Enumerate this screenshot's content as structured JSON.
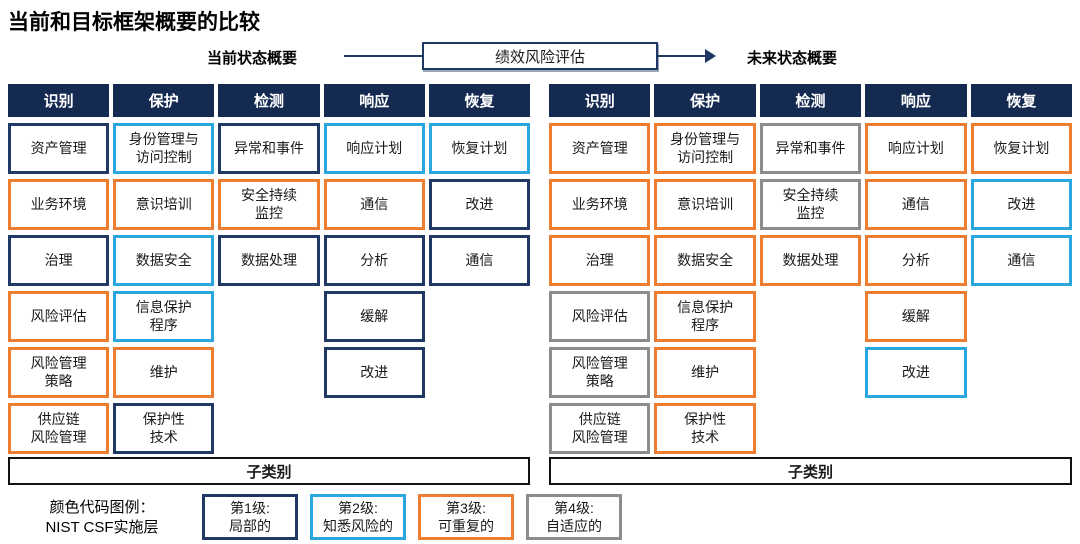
{
  "title": "当前和目标框架概要的比较",
  "flow": {
    "left_label": "当前状态概要",
    "center_box": "绩效风险评估",
    "right_label": "未来状态概要"
  },
  "colors": {
    "header_bg": "#152A50",
    "tiers": {
      "1": "#1F3864",
      "2": "#2BA7E0",
      "3": "#ED7D31",
      "4": "#8C8C8C"
    }
  },
  "panels": [
    {
      "name": "current-state",
      "footer": "子类别",
      "columns": [
        {
          "header": "识别",
          "cells": [
            {
              "label": "资产管理",
              "tier": 1
            },
            {
              "label": "业务环境",
              "tier": 3
            },
            {
              "label": "治理",
              "tier": 1
            },
            {
              "label": "风险评估",
              "tier": 3
            },
            {
              "label": "风险管理\n策略",
              "tier": 3
            },
            {
              "label": "供应链\n风险管理",
              "tier": 3
            }
          ]
        },
        {
          "header": "保护",
          "cells": [
            {
              "label": "身份管理与\n访问控制",
              "tier": 2
            },
            {
              "label": "意识培训",
              "tier": 3
            },
            {
              "label": "数据安全",
              "tier": 2
            },
            {
              "label": "信息保护\n程序",
              "tier": 2
            },
            {
              "label": "维护",
              "tier": 3
            },
            {
              "label": "保护性\n技术",
              "tier": 1
            }
          ]
        },
        {
          "header": "检测",
          "cells": [
            {
              "label": "异常和事件",
              "tier": 1
            },
            {
              "label": "安全持续\n监控",
              "tier": 3
            },
            {
              "label": "数据处理",
              "tier": 1
            }
          ]
        },
        {
          "header": "响应",
          "cells": [
            {
              "label": "响应计划",
              "tier": 2
            },
            {
              "label": "通信",
              "tier": 3
            },
            {
              "label": "分析",
              "tier": 1
            },
            {
              "label": "缓解",
              "tier": 1
            },
            {
              "label": "改进",
              "tier": 1
            }
          ]
        },
        {
          "header": "恢复",
          "cells": [
            {
              "label": "恢复计划",
              "tier": 2
            },
            {
              "label": "改进",
              "tier": 1
            },
            {
              "label": "通信",
              "tier": 1
            }
          ]
        }
      ]
    },
    {
      "name": "future-state",
      "footer": "子类别",
      "columns": [
        {
          "header": "识别",
          "cells": [
            {
              "label": "资产管理",
              "tier": 3
            },
            {
              "label": "业务环境",
              "tier": 3
            },
            {
              "label": "治理",
              "tier": 3
            },
            {
              "label": "风险评估",
              "tier": 4
            },
            {
              "label": "风险管理\n策略",
              "tier": 4
            },
            {
              "label": "供应链\n风险管理",
              "tier": 4
            }
          ]
        },
        {
          "header": "保护",
          "cells": [
            {
              "label": "身份管理与\n访问控制",
              "tier": 3
            },
            {
              "label": "意识培训",
              "tier": 3
            },
            {
              "label": "数据安全",
              "tier": 3
            },
            {
              "label": "信息保护\n程序",
              "tier": 3
            },
            {
              "label": "维护",
              "tier": 3
            },
            {
              "label": "保护性\n技术",
              "tier": 3
            }
          ]
        },
        {
          "header": "检测",
          "cells": [
            {
              "label": "异常和事件",
              "tier": 4
            },
            {
              "label": "安全持续\n监控",
              "tier": 4
            },
            {
              "label": "数据处理",
              "tier": 3
            }
          ]
        },
        {
          "header": "响应",
          "cells": [
            {
              "label": "响应计划",
              "tier": 3
            },
            {
              "label": "通信",
              "tier": 3
            },
            {
              "label": "分析",
              "tier": 3
            },
            {
              "label": "缓解",
              "tier": 3
            },
            {
              "label": "改进",
              "tier": 2
            }
          ]
        },
        {
          "header": "恢复",
          "cells": [
            {
              "label": "恢复计划",
              "tier": 3
            },
            {
              "label": "改进",
              "tier": 2
            },
            {
              "label": "通信",
              "tier": 2
            }
          ]
        }
      ]
    }
  ],
  "legend": {
    "label_line1": "颜色代码图例：",
    "label_line2": "NIST CSF实施层",
    "items": [
      {
        "line1": "第1级:",
        "line2": "局部的",
        "tier": 1
      },
      {
        "line1": "第2级:",
        "line2": "知悉风险的",
        "tier": 2
      },
      {
        "line1": "第3级:",
        "line2": "可重复的",
        "tier": 3
      },
      {
        "line1": "第4级:",
        "line2": "自适应的",
        "tier": 4
      }
    ]
  }
}
